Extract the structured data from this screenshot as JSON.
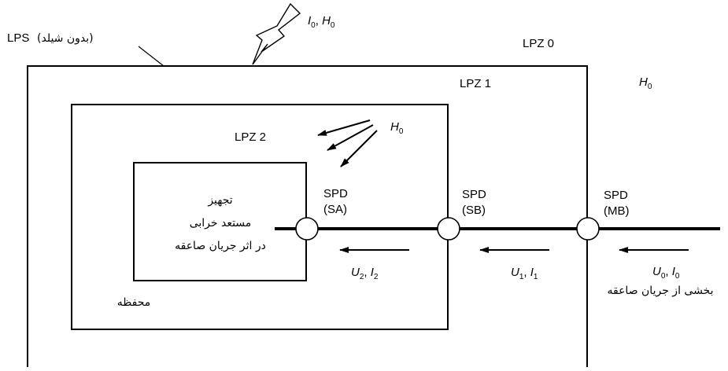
{
  "diagram": {
    "lps_label": "LPS",
    "lps_note": "(بدون شیلد)",
    "strike": {
      "I": "I",
      "I_sub": "0",
      "sep": ", ",
      "H": "H",
      "H_sub": "0"
    },
    "zones": {
      "lpz0": "LPZ 0",
      "lpz1": "LPZ 1",
      "lpz2": "LPZ 2"
    },
    "field_outside": {
      "H": "H",
      "H_sub": "0"
    },
    "field_inside": {
      "H": "H",
      "H_sub": "0"
    },
    "spd_sa": {
      "name": "SPD",
      "code": "(SA)"
    },
    "spd_sb": {
      "name": "SPD",
      "code": "(SB)"
    },
    "spd_mb": {
      "name": "SPD",
      "code": "(MB)"
    },
    "equipment": {
      "line1": "تجهیز",
      "line2": "مستعد خرابی",
      "line3": "در اثر جریان صاعقه"
    },
    "enclosure": "محفظه",
    "surge2": {
      "U": "U",
      "U_sub": "2",
      "sep": ", ",
      "I": "I",
      "I_sub": "2"
    },
    "surge1": {
      "U": "U",
      "U_sub": "1",
      "sep": ", ",
      "I": "I",
      "I_sub": "1"
    },
    "surge0": {
      "U": "U",
      "U_sub": "0",
      "sep": ", ",
      "I": "I",
      "I_sub": "0"
    },
    "partial_current": "بخشی از جریان صاعقه"
  }
}
